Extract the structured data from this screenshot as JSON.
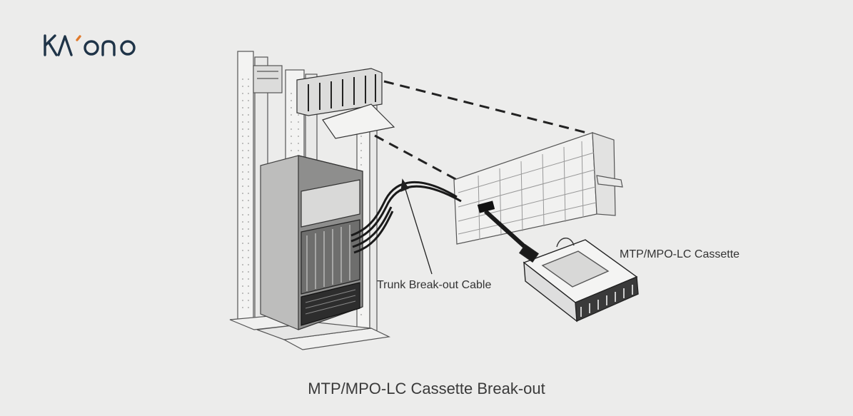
{
  "brand": {
    "logo_text": "KAIONO"
  },
  "labels": {
    "trunk_cable": "Trunk Break-out Cable",
    "cassette": "MTP/MPO-LC Cassette"
  },
  "caption": "MTP/MPO-LC Cassette Break-out",
  "colors": {
    "background": "#ececeb",
    "logo": "#1f3448",
    "line": "#222222",
    "text": "#333333"
  }
}
